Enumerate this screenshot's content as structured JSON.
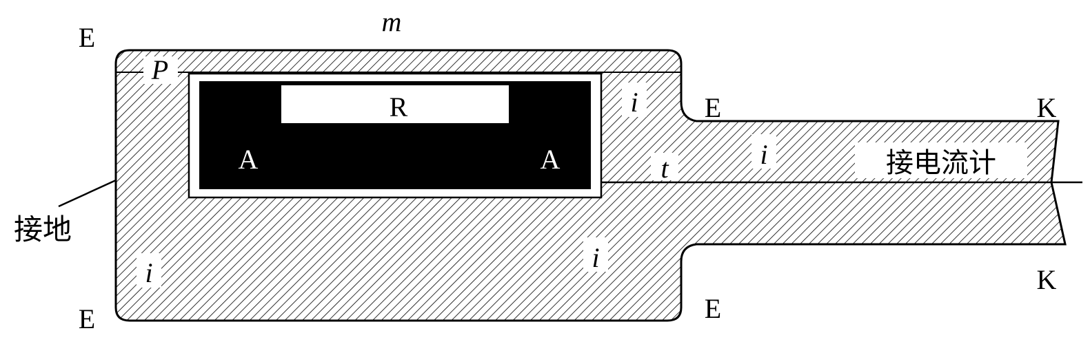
{
  "labels": {
    "mass": "m",
    "point_p": "P",
    "corner_top_left": "E",
    "corner_bottom_left": "E",
    "neck_top": "E",
    "neck_bottom": "E",
    "stem_end_top": "K",
    "stem_end_bottom": "K",
    "inner_block": "R",
    "block_left": "A",
    "block_right": "A",
    "insulation_upper_right": "i",
    "insulation_stem": "i",
    "insulation_bottom_mid": "i",
    "insulation_bottom_left": "i",
    "thread": "t",
    "to_galvanometer": "接电流计",
    "ground": "接地"
  },
  "colors": {
    "stroke": "#000000",
    "hatch": "#000000",
    "block_fill": "#000000",
    "inner_fill": "#ffffff"
  }
}
